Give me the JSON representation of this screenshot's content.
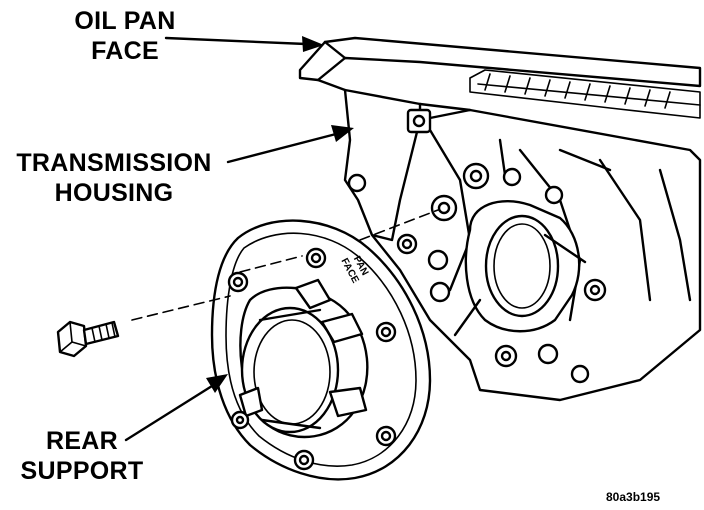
{
  "labels": {
    "oil_pan_face": [
      "OIL PAN",
      "FACE"
    ],
    "transmission_housing": [
      "TRANSMISSION",
      "HOUSING"
    ],
    "rear_support": [
      "REAR",
      "SUPPORT"
    ],
    "pan_face_stamp": [
      "PAN",
      "FACE"
    ]
  },
  "figure_code": "80a3b195",
  "colors": {
    "ink": "#000000",
    "paper": "#ffffff"
  },
  "icons": {
    "arrow": "filled-arrowhead-leader",
    "bolt": "hex-bolt"
  }
}
